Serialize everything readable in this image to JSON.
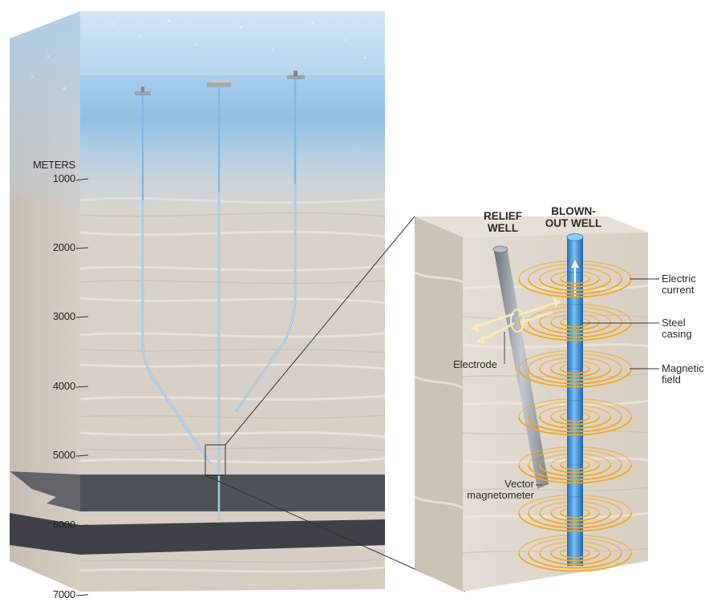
{
  "axis": {
    "unit_label": "METERS",
    "ticks": [
      "1000",
      "2000",
      "3000",
      "4000",
      "5000",
      "6000",
      "7000"
    ]
  },
  "detail": {
    "relief_well": [
      "RELIEF",
      "WELL"
    ],
    "blownout_well": [
      "BLOWN-",
      "OUT WELL"
    ],
    "callouts": {
      "electric_current": [
        "Electric",
        "current"
      ],
      "steel_casing": [
        "Steel",
        "casing"
      ],
      "magnetic_field": [
        "Magnetic",
        "field"
      ],
      "electrode": "Electrode",
      "vector_magnetometer": [
        "Vector",
        "magnetometer"
      ]
    }
  },
  "colors": {
    "water_top": "#c8e0f3",
    "water_mid": "#7fb4e0",
    "sediment": "#d9d2c8",
    "dark_layer": "#4a4e55",
    "pipe": "#9ac6e8",
    "field_lines": "#f2a81d",
    "blownout_pipe": "#3f8fd6"
  }
}
